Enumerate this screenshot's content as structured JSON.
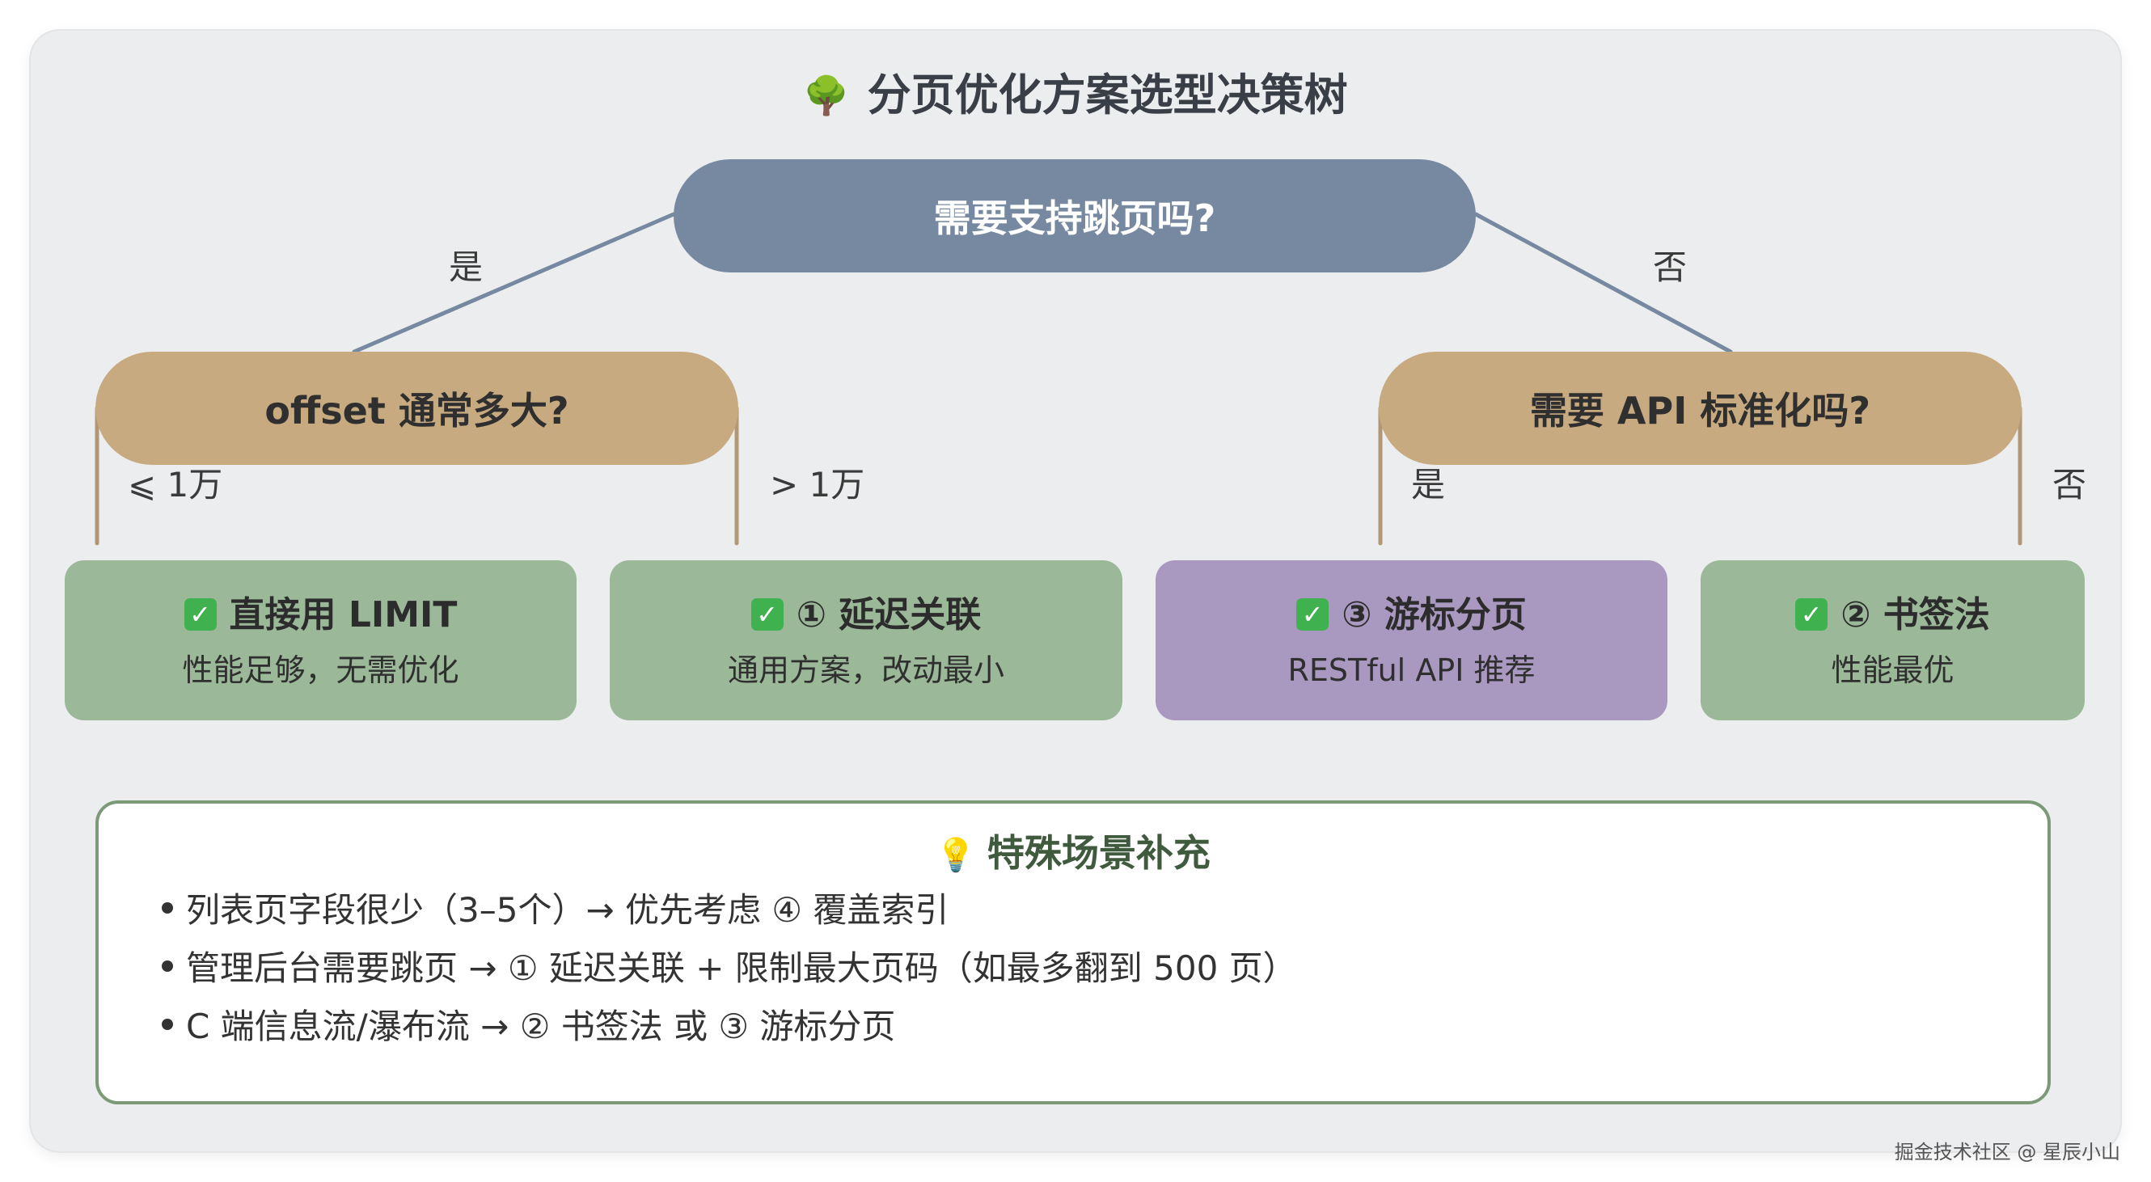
{
  "title": {
    "icon": "tree-icon",
    "text": "分页优化方案选型决策树"
  },
  "colors": {
    "root_node": "#7789a0",
    "decision_node": "#c8aa80",
    "leaf_green": "#9bb998",
    "leaf_purple": "#a998c0",
    "connector": "#7789a0",
    "note_border": "#7d9a78"
  },
  "root": {
    "question": "需要支持跳页吗?",
    "yes_label": "是",
    "no_label": "否"
  },
  "left_decision": {
    "question": "offset 通常多大?",
    "left_label": "⩽ 1万",
    "right_label": "> 1万"
  },
  "right_decision": {
    "question": "需要 API 标准化吗?",
    "left_label": "是",
    "right_label": "否"
  },
  "leaves": [
    {
      "icon": "check-icon",
      "title": "直接用 LIMIT",
      "subtitle": "性能足够，无需优化"
    },
    {
      "icon": "check-icon",
      "title": "① 延迟关联",
      "subtitle": "通用方案，改动最小"
    },
    {
      "icon": "check-icon",
      "title": "③ 游标分页",
      "subtitle": "RESTful API 推荐"
    },
    {
      "icon": "check-icon",
      "title": "② 书签法",
      "subtitle": "性能最优"
    }
  ],
  "notes": {
    "icon": "lightbulb-icon",
    "title": "特殊场景补充",
    "items": [
      "列表页字段很少（3–5个）→ 优先考虑 ④ 覆盖索引",
      "管理后台需要跳页 → ① 延迟关联 + 限制最大页码（如最多翻到 500 页）",
      "C 端信息流/瀑布流 → ② 书签法 或 ③ 游标分页"
    ]
  },
  "watermark": "掘金技术社区 @ 星辰小山"
}
